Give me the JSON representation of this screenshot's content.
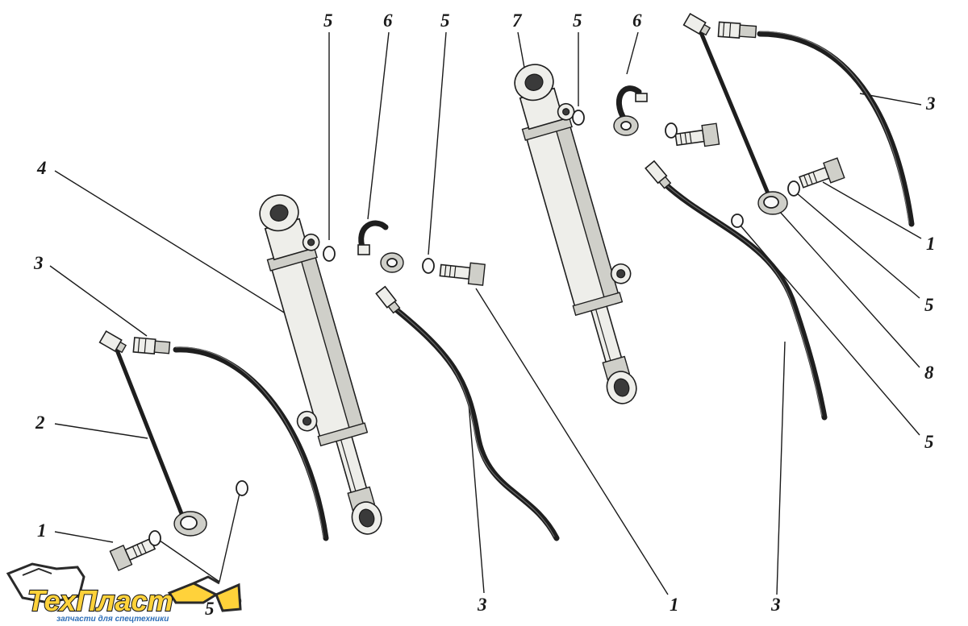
{
  "labels": {
    "l_top_5a": "5",
    "l_top_6a": "6",
    "l_top_5b": "5",
    "l_top_7": "7",
    "l_top_5c": "5",
    "l_top_6b": "6",
    "l_4": "4",
    "l_3_left": "3",
    "l_2": "2",
    "l_1_left": "1",
    "l_5_bottom": "5",
    "l_3_bottom_mid": "3",
    "l_1_bottom": "1",
    "l_3_bottom_right": "3",
    "l_3_right": "3",
    "l_1_right": "1",
    "l_5_right_a": "5",
    "l_8": "8",
    "l_5_right_b": "5"
  },
  "logo": {
    "name": "ТехПласт",
    "tagline": "запчасти для спецтехники"
  },
  "colors": {
    "ink": "#1a1a1a",
    "logo_yellow": "#ffd23a",
    "logo_blue": "#2d6fb8"
  }
}
